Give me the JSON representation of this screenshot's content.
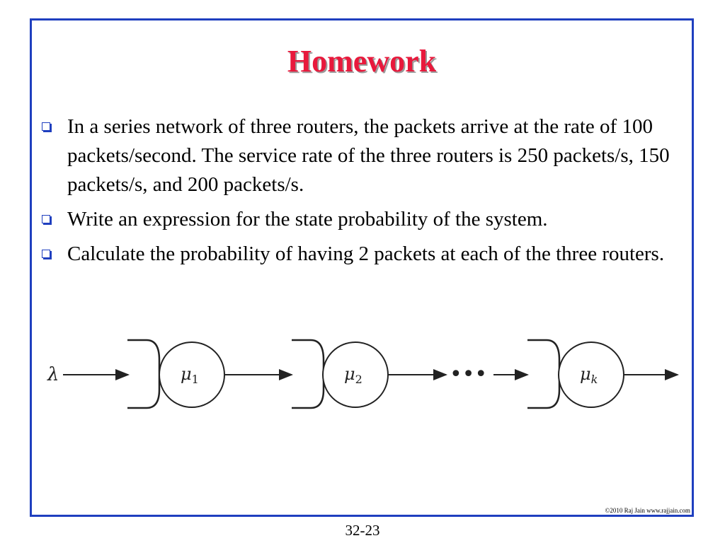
{
  "slide": {
    "title": "Homework",
    "bullets": [
      "In a series network of three routers, the packets arrive at the rate of 100 packets/second. The service rate of the three routers is 250 packets/s, 150 packets/s, and 200 packets/s.",
      "Write an expression for the state probability of the system.",
      "Calculate the probability of having 2 packets at each of the three routers."
    ],
    "copyright": "©2010 Raj Jain www.rajjain.com",
    "page_number": "32-23"
  },
  "diagram": {
    "input_label": "λ",
    "servers": [
      {
        "symbol": "μ",
        "subscript": "1"
      },
      {
        "symbol": "μ",
        "subscript": "2"
      },
      {
        "symbol": "μ",
        "subscript": "k"
      }
    ],
    "ellipsis": "•••"
  },
  "colors": {
    "title": "#e8193c",
    "frame": "#1f3fbf",
    "bullet_marker": "#1f3fbf"
  }
}
